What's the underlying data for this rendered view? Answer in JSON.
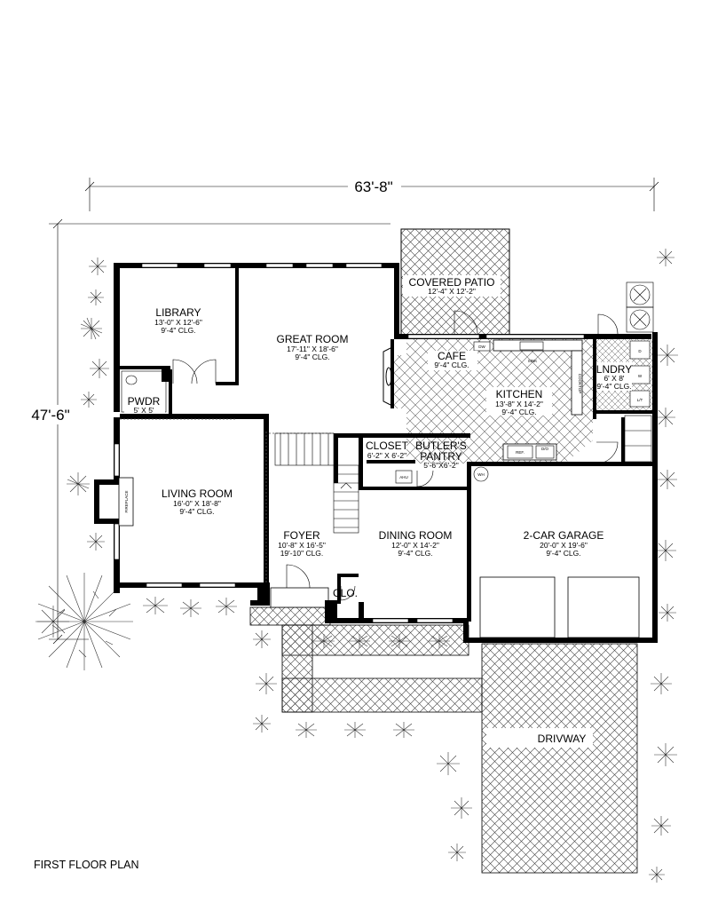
{
  "dimensions": {
    "width": "63'-8\"",
    "depth": "47'-6\""
  },
  "rooms": {
    "library": {
      "name": "LIBRARY",
      "size": "13'-0\" X 12'-6\"",
      "ceiling": "9'-4\" CLG."
    },
    "great_room": {
      "name": "GREAT ROOM",
      "size": "17'-11\" X 18'-6\"",
      "ceiling": "9'-4\" CLG."
    },
    "covered_patio": {
      "name": "COVERED PATIO",
      "size": "12'-4\" X 12'-2\""
    },
    "cafe": {
      "name": "CAFE",
      "ceiling": "9'-4\" CLG."
    },
    "kitchen": {
      "name": "KITCHEN",
      "size": "13'-8\" X 14'-2\"",
      "ceiling": "9'-4\" CLG."
    },
    "laundry": {
      "name": "LNDRY",
      "size": "6' X 8'",
      "ceiling": "9'-4\" CLG."
    },
    "powder": {
      "name": "PWDR",
      "size": "5' X 5'"
    },
    "closet": {
      "name": "CLOSET",
      "size": "6'-2\" X 6'-2\""
    },
    "butlers_pantry": {
      "name": "BUTLER'S",
      "name2": "PANTRY",
      "size": "5'-6\"X6'-2\""
    },
    "living_room": {
      "name": "LIVING ROOM",
      "size": "16'-0\" X 18'-8\"",
      "ceiling": "9'-4\" CLG."
    },
    "foyer": {
      "name": "FOYER",
      "size": "10'-8\" X 16'-5\"",
      "ceiling": "19'-10\" CLG."
    },
    "dining_room": {
      "name": "DINING ROOM",
      "size": "12'-0\" X 14'-2\"",
      "ceiling": "9'-4\" CLG."
    },
    "garage": {
      "name": "2-CAR GARAGE",
      "size": "20'-0\" X 19'-6\"",
      "ceiling": "9'-4\" CLG."
    },
    "clo": {
      "name": "CLO."
    },
    "driveway": {
      "name": "DRIVWAY"
    }
  },
  "fixtures": {
    "fireplace": "FIREPLACE",
    "dishwasher": "DW",
    "sink": "SINK",
    "refrigerator": "REF.",
    "double_oven": "D/O",
    "ahu": "AHU",
    "water_heater": "WH",
    "washer": "W",
    "dryer": "D",
    "laundry_tub": "L/T",
    "cooktop": "COOKTOP"
  },
  "caption": "FIRST FLOOR PLAN"
}
